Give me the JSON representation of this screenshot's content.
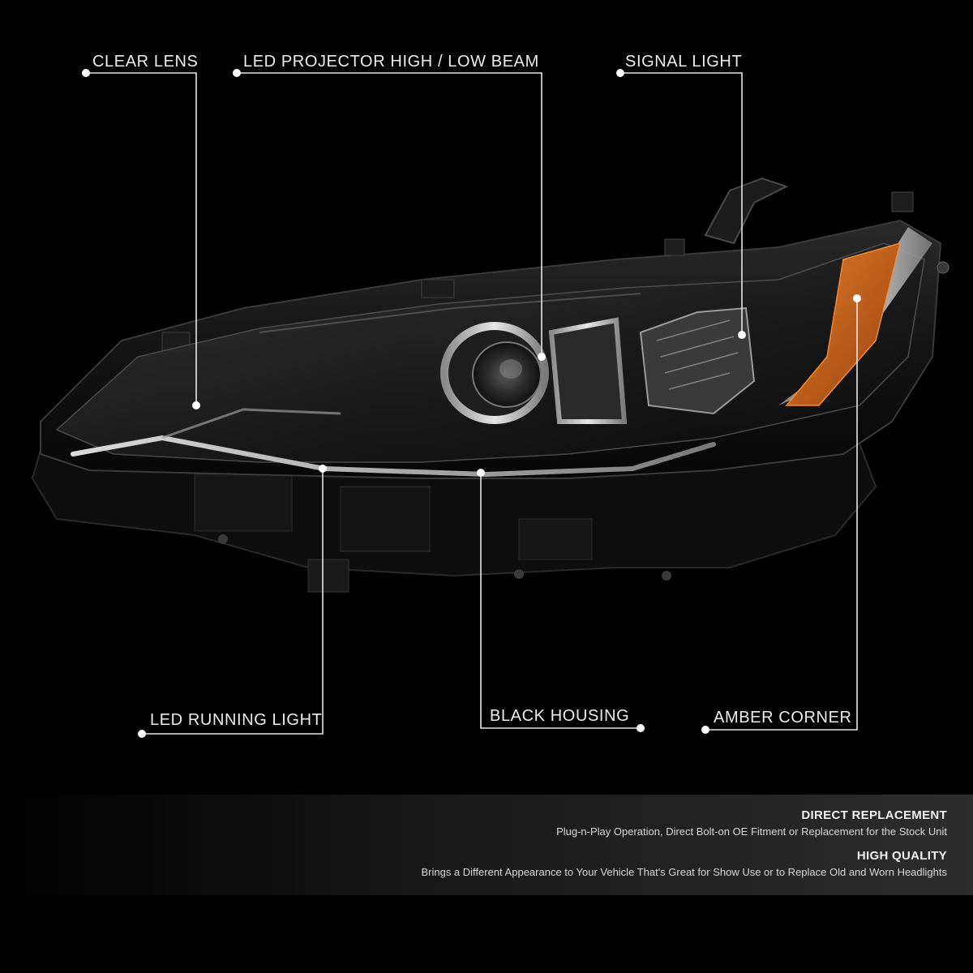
{
  "callouts": {
    "clear_lens": "CLEAR LENS",
    "projector": "LED PROJECTOR HIGH / LOW BEAM",
    "signal_light": "SIGNAL LIGHT",
    "running_light": "LED RUNNING LIGHT",
    "black_housing": "BLACK HOUSING",
    "amber_corner": "AMBER CORNER"
  },
  "features": [
    {
      "heading": "DIRECT REPLACEMENT",
      "text": "Plug-n-Play Operation, Direct Bolt-on OE Fitment or Replacement for the Stock Unit"
    },
    {
      "heading": "HIGH QUALITY",
      "text": "Brings a Different Appearance to Your Vehicle That's Great for Show Use or to Replace Old and Worn Headlights"
    }
  ],
  "colors": {
    "background": "#000000",
    "amber": "#c8641e",
    "chrome": "#b8b8b8",
    "label_text": "#ededed"
  }
}
